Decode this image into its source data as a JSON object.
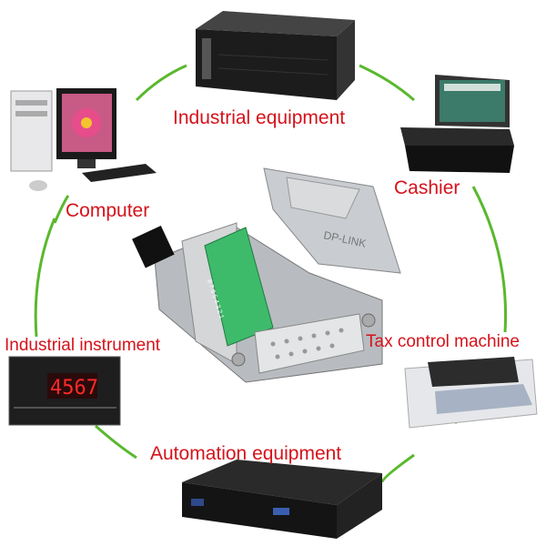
{
  "labels": {
    "industrial_equipment": "Industrial equipment",
    "computer": "Computer",
    "cashier": "Cashier",
    "industrial_instrument": "Industrial instrument",
    "tax_control_machine": "Tax control machine",
    "automation_equipment": "Automation equipment"
  },
  "device_text": {
    "meter_display": "4567",
    "connector_brand": "DP-LINK",
    "terminal_numbers": "8 7 6 5 4 3 2 1"
  },
  "colors": {
    "label": "#d5121b",
    "ring": "#5ab82e",
    "terminal": "#3dbb6a",
    "meter_digits": "#ff2a2a"
  }
}
